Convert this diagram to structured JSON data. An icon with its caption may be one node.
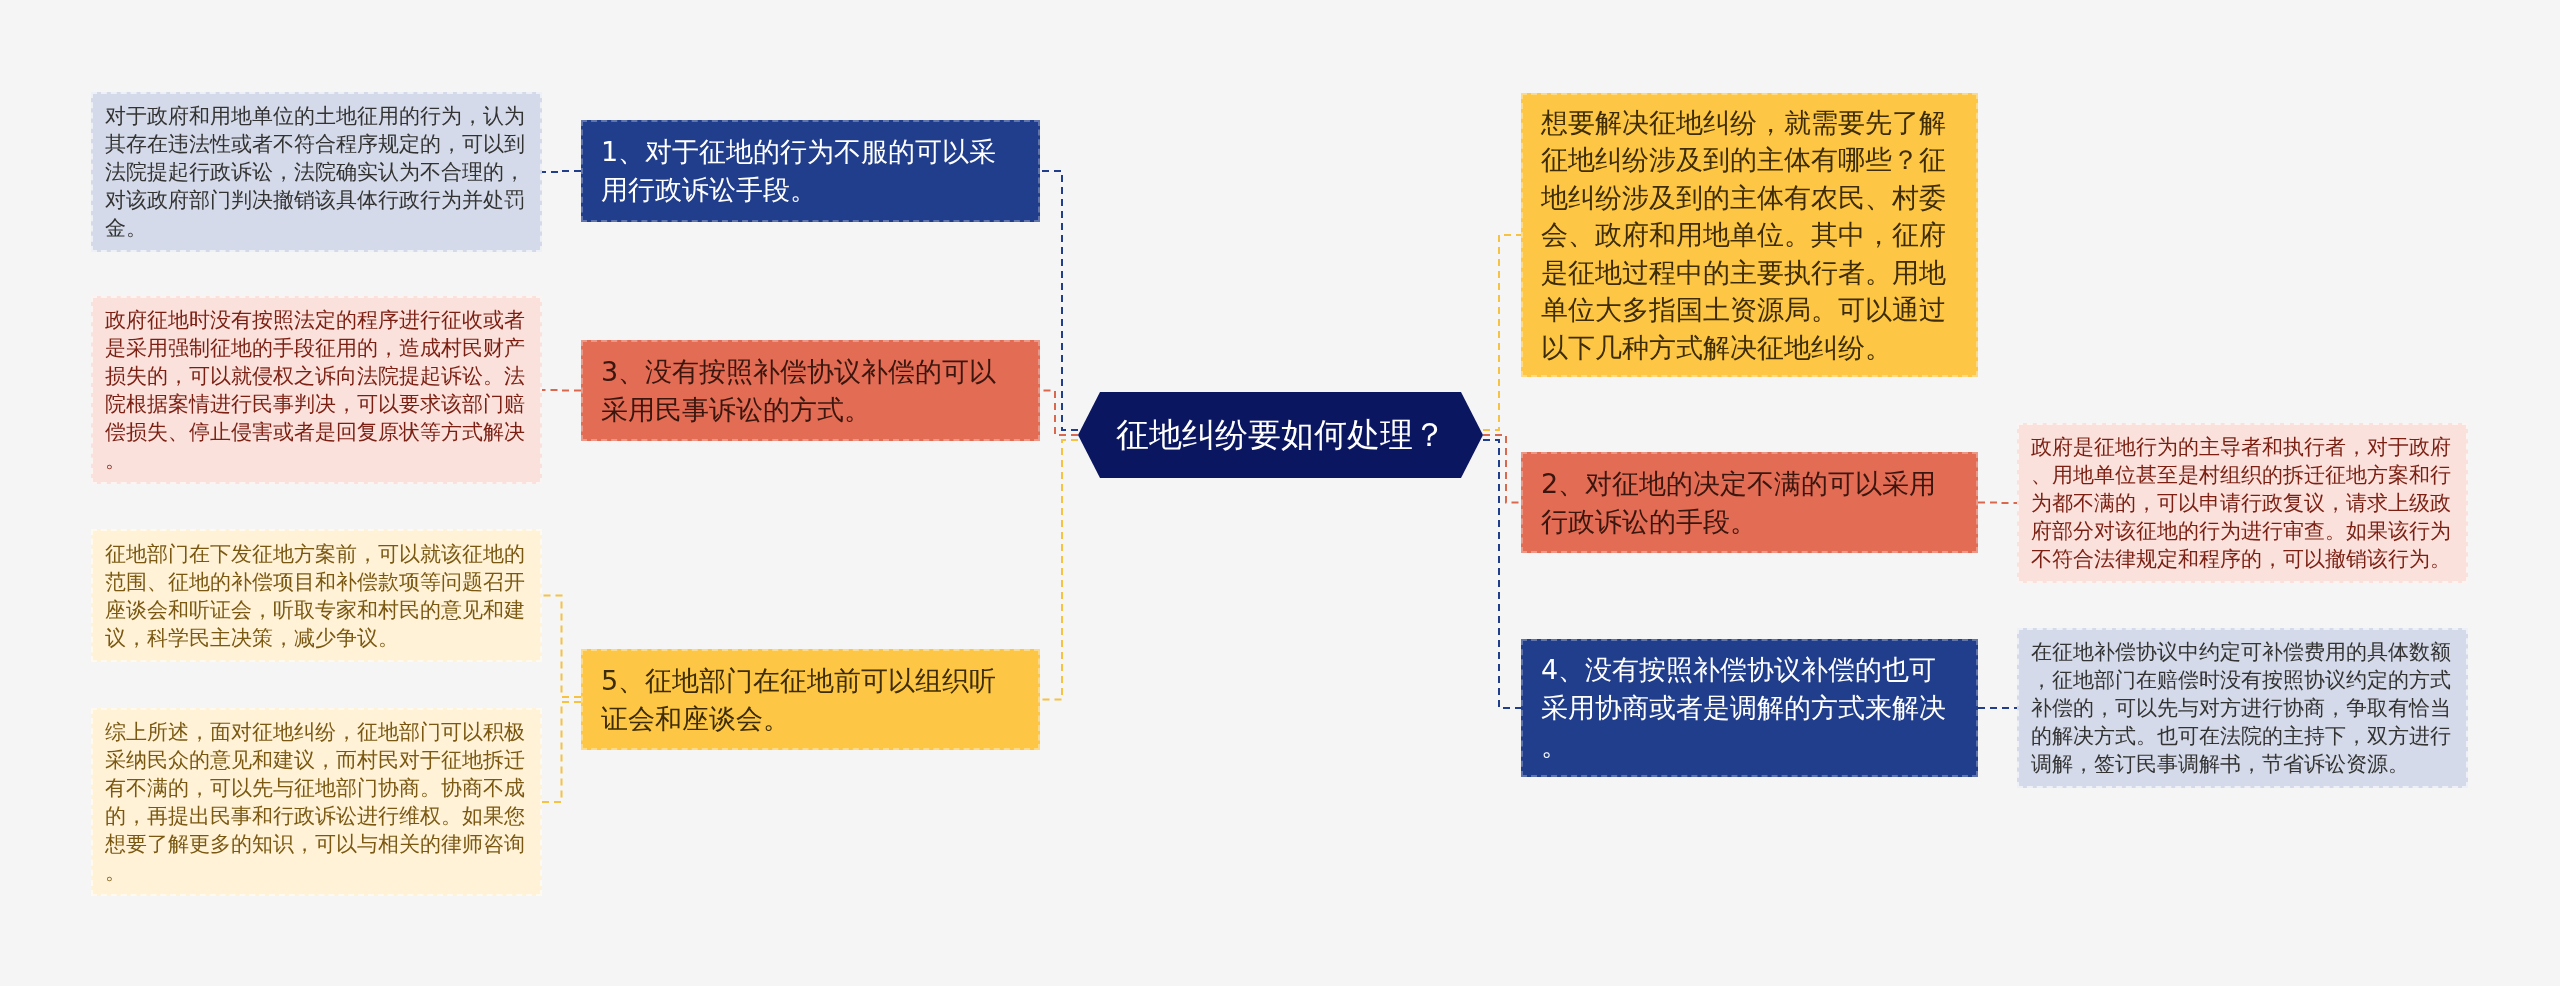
{
  "diagram": {
    "nodes": [
      {
        "text": [
          "征地纠纷要如何处理？"
        ]
      },
      {
        "text": [
          "1、对于征地的行为不服的可以采用行政诉讼手段。"
        ]
      },
      {
        "text": [
          "对于政府和用地单位的土地征用的行为，认为其存在违法性或者不符合程序规定的，可以到法院提起行政诉讼，法院确实认为不合理的，对该政府部门判决撤销该具体行政行为并处罚金。"
        ]
      },
      {
        "text": [
          "3、没有按照补偿协议补偿的可以采用民事诉讼的方式。"
        ]
      },
      {
        "text": [
          "政府征地时没有按照法定的程序进行征收或者是采用强制征地的手段征用的，造成村民财产损失的，可以就侵权之诉向法院提起诉讼。法院根据案情进行民事判决，可以要求该部门赔偿损失、停止侵害或者是回复原状等方式解决。"
        ]
      },
      {
        "text": [
          "5、征地部门在征地前可以组织听证会和座谈会。"
        ]
      },
      {
        "text": [
          "征地部门在下发征地方案前，可以就该征地的范围、征地的补偿项目和补偿款项等问题召开座谈会和听证会，听取专家和村民的意见和建议，科学民主决策，减少争议。"
        ]
      },
      {
        "text": [
          "综上所述，面对征地纠纷，征地部门可以积极采纳民众的意见和建议，而村民对于征地拆迁有不满的，可以先与征地部门协商。协商不成的，再提出民事和行政诉讼进行维权。如果您想要了解更多的知识，可以与相关的律师咨询。"
        ]
      },
      {
        "text": [
          "想要解决征地纠纷，就需要先了解征地纠纷涉及到的主体有哪些？征地纠纷涉及到的主体有农民、村委会、政府和用地单位。其中，征府是征地过程中的主要执行者。用地单位大多指国土资源局。可以通过以下几种方式解决征地纠纷。"
        ]
      },
      {
        "text": [
          "2、对征地的决定不满的可以采用行政诉讼的手段。"
        ]
      },
      {
        "text": [
          "政府是征地行为的主导者和执行者，对于政府、用地单位甚至是村组织的拆迁征地方案和行为都不满的，可以申请行政复议，请求上级政府部分对该征地的行为进行审查。如果该行为不符合法律规定和程序的，可以撤销该行为。"
        ]
      },
      {
        "text": [
          "4、没有按照补偿协议补偿的也可采用协商或者是调解的方式来解决。"
        ]
      },
      {
        "text": [
          "在征地补偿协议中约定可补偿费用的具体数额，征地部门在赔偿时没有按照协议约定的方式补偿的，可以先与对方进行协商，争取有恰当的解决方式。也可在法院的主持下，双方进行调解，签订民事调解书，节省诉讼资源。"
        ]
      }
    ],
    "edges": [
      {
        "from": 0,
        "to": 1,
        "arrow": "none",
        "style": "dashed",
        "color": "#213e8c"
      },
      {
        "from": 0,
        "to": 3,
        "arrow": "none",
        "style": "dashed",
        "color": "#d9684f"
      },
      {
        "from": 0,
        "to": 5,
        "arrow": "none",
        "style": "dashed",
        "color": "#f5c242"
      },
      {
        "from": 1,
        "to": 2,
        "arrow": "none",
        "style": "dashed",
        "color": "#213e8c"
      },
      {
        "from": 3,
        "to": 4,
        "arrow": "none",
        "style": "dashed",
        "color": "#d9684f"
      },
      {
        "from": 5,
        "to": 6,
        "arrow": "none",
        "style": "dashed",
        "color": "#f5c242"
      },
      {
        "from": 5,
        "to": 7,
        "arrow": "none",
        "style": "dashed",
        "color": "#f5c242"
      },
      {
        "from": 0,
        "to": 8,
        "arrow": "none",
        "style": "dashed",
        "color": "#f5c242"
      },
      {
        "from": 0,
        "to": 9,
        "arrow": "none",
        "style": "dashed",
        "color": "#d9684f"
      },
      {
        "from": 0,
        "to": 11,
        "arrow": "none",
        "style": "dashed",
        "color": "#213e8c"
      },
      {
        "from": 9,
        "to": 10,
        "arrow": "none",
        "style": "dashed",
        "color": "#d9684f"
      },
      {
        "from": 11,
        "to": 12,
        "arrow": "none",
        "style": "dashed",
        "color": "#213e8c"
      }
    ]
  }
}
